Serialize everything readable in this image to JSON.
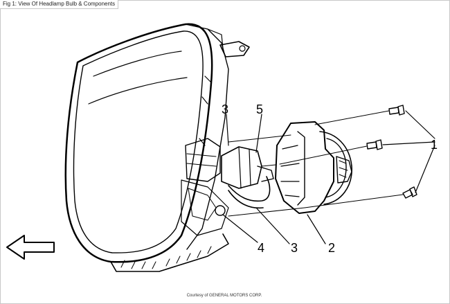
{
  "figure": {
    "caption": "Fig 1: View Of Headlamp Bulb & Components",
    "credit": "Courtesy of GENERAL MOTORS CORP."
  },
  "callouts": [
    "1",
    "2",
    "3",
    "3",
    "4",
    "5"
  ],
  "icons": {
    "direction_arrow": "arrow-left-icon"
  }
}
